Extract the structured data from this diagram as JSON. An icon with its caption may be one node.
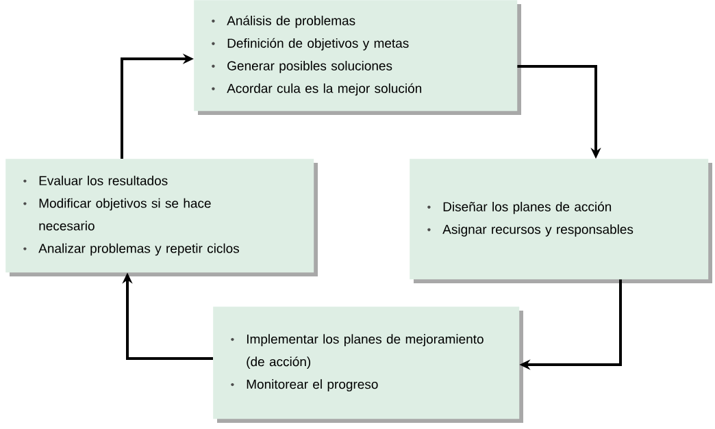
{
  "diagram": {
    "nodes": [
      {
        "text": [
          "Análisis de problemas",
          "Definición de objetivos y metas",
          "Generar posibles soluciones",
          "Acordar cula es la mejor solución"
        ]
      },
      {
        "text": [
          "Diseñar los planes de acción",
          "Asignar recursos y responsables"
        ]
      },
      {
        "text": [
          "Implementar los planes de mejoramiento (de acción)",
          "Monitorear el progreso"
        ]
      },
      {
        "text": [
          "Evaluar los resultados",
          "Modificar objetivos si se hace necesario",
          "Analizar problemas y repetir ciclos"
        ]
      }
    ],
    "edges": [
      {
        "from": 0,
        "to": 1,
        "arrow": "to"
      },
      {
        "from": 1,
        "to": 2,
        "arrow": "to"
      },
      {
        "from": 2,
        "to": 3,
        "arrow": "to"
      },
      {
        "from": 3,
        "to": 0,
        "arrow": "to"
      }
    ]
  }
}
